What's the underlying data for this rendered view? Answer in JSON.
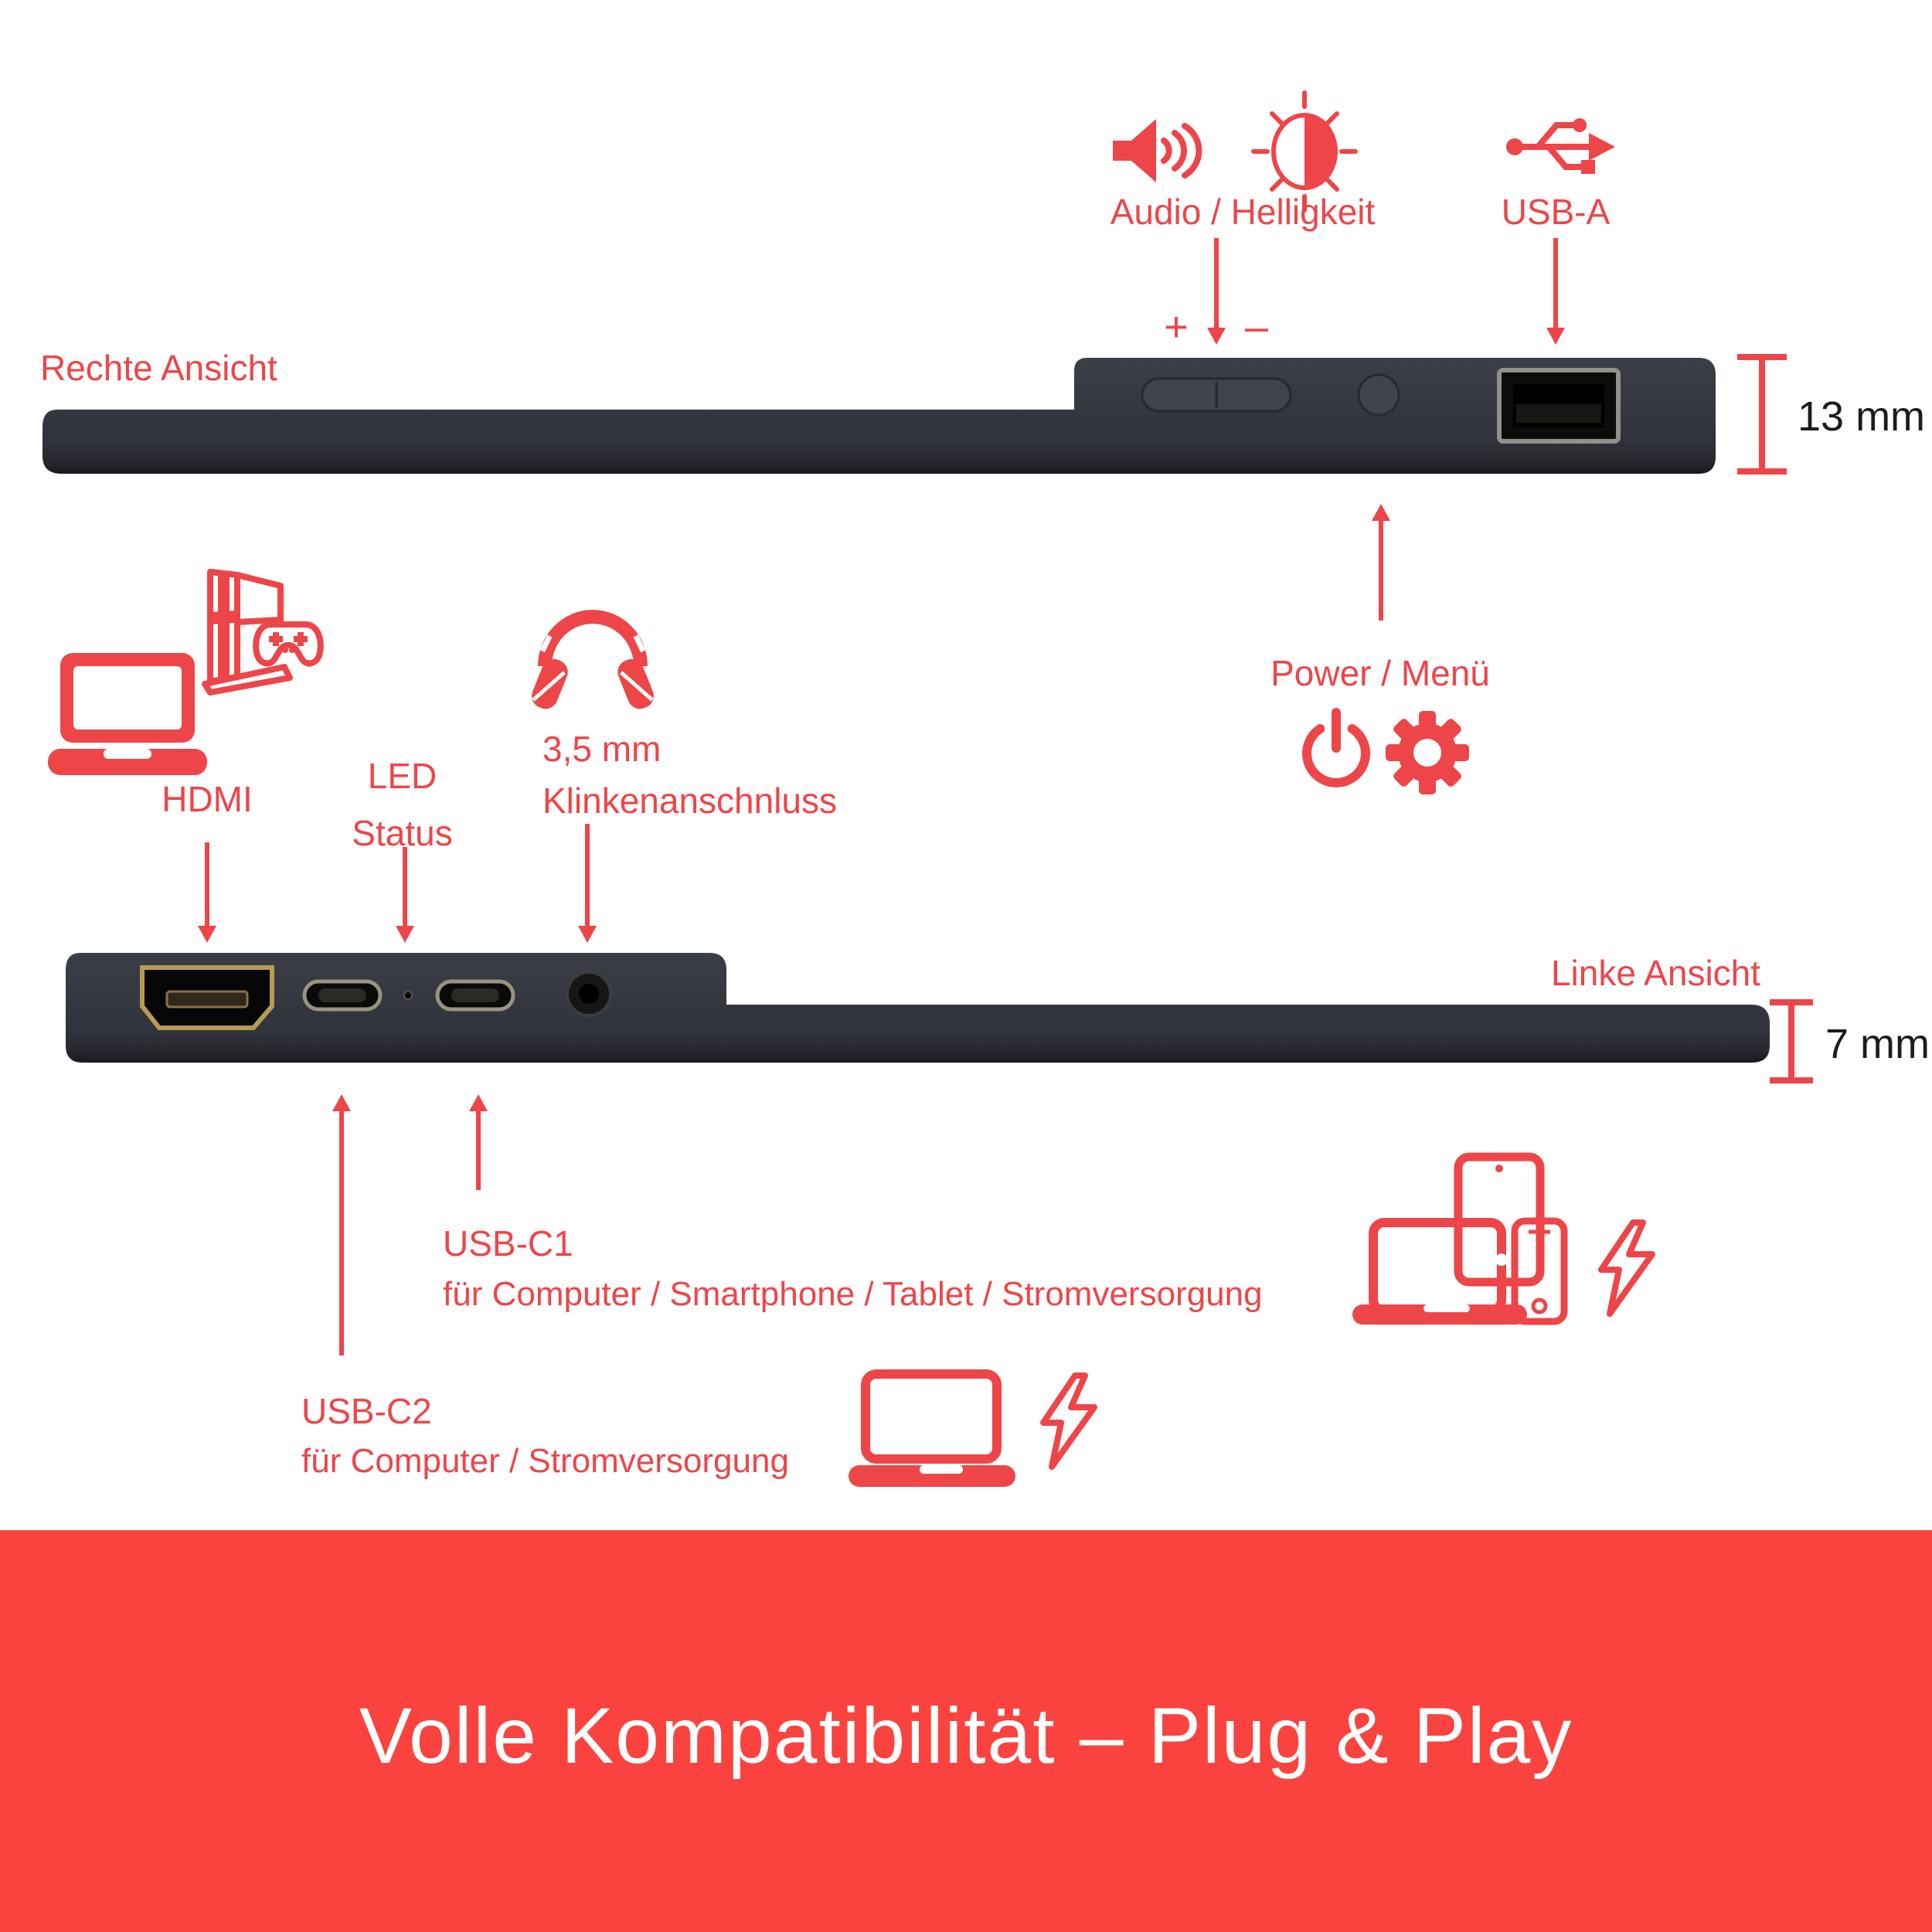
{
  "colors": {
    "accent": "#ee4549",
    "band": "#fa433f",
    "dimension_text": "#1c1c1c",
    "device_body": "#30333b",
    "port_gold": "#b89b52"
  },
  "right_view": {
    "view_label": "Rechte Ansicht",
    "audio_brightness_label": "Audio / Helligkeit",
    "usb_a_label": "USB-A",
    "plus": "+",
    "minus": "–",
    "thickness_label": "13 mm",
    "power_menu_label": "Power / Menü"
  },
  "left_view": {
    "view_label": "Linke Ansicht",
    "hdmi_label": "HDMI",
    "led_line1": "LED",
    "led_line2": "Status",
    "jack_line1": "3,5 mm",
    "jack_line2": "Klinkenanschnluss",
    "thickness_label": "7 mm",
    "usbc1_name": "USB-C1",
    "usbc1_desc": "für Computer / Smartphone / Tablet / Stromversorgung",
    "usbc2_name": "USB-C2",
    "usbc2_desc": "für Computer / Stromversorgung"
  },
  "banner": {
    "title": "Volle Kompatibilität – Plug & Play"
  },
  "icons": [
    "speaker-icon",
    "brightness-icon",
    "usb-icon",
    "power-icon",
    "gear-icon",
    "laptop-icon",
    "game-console-icon",
    "gamepad-icon",
    "headphones-icon",
    "tablet-icon",
    "smartphone-icon",
    "lightning-icon"
  ]
}
